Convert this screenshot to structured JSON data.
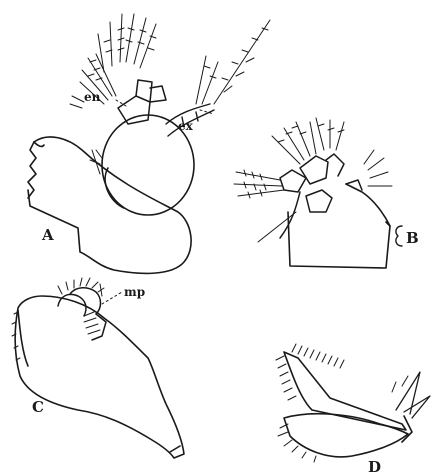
{
  "figure": {
    "panels": [
      {
        "key": "A",
        "label": "A",
        "parts": [
          {
            "key": "en",
            "label": "en"
          },
          {
            "key": "ex",
            "label": "ex"
          }
        ]
      },
      {
        "key": "B",
        "label": "B"
      },
      {
        "key": "C",
        "label": "C",
        "parts": [
          {
            "key": "mp",
            "label": "mp"
          }
        ]
      },
      {
        "key": "D",
        "label": "D"
      }
    ],
    "ink_color": "#1a1a1a",
    "background": "#ffffff"
  }
}
